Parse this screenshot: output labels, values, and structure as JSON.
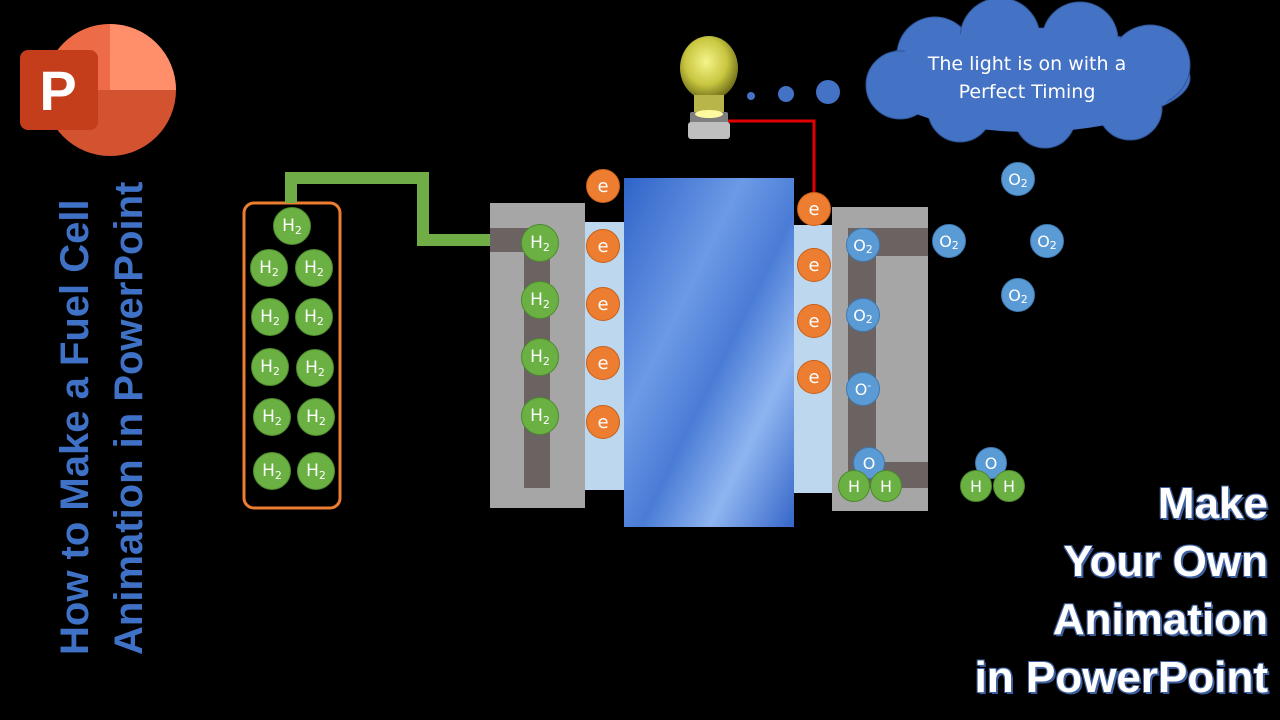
{
  "vertical_title": {
    "line1": "How to Make a Fuel Cell",
    "line2": "Animation in PowerPoint"
  },
  "caption": {
    "line1": "Make",
    "line2": "Your Own",
    "line3": "Animation",
    "line4": "in PowerPoint"
  },
  "cloud_text": "The light is on with a Perfect Timing",
  "logo_letter": "P",
  "labels": {
    "h2": "H",
    "h2_sub": "2",
    "o2": "O",
    "o2_sub": "2",
    "e": "e",
    "o_ion": "O",
    "o_ion_sup": "-",
    "o": "O",
    "h": "H"
  },
  "colors": {
    "hydrogen": "#6ab042",
    "oxygen": "#5b9bd5",
    "electron": "#ed7d31",
    "pipe": "#70ad47",
    "wire": "#e00000",
    "tank_border": "#ed7d31",
    "title": "#3f72c6",
    "cloud": "#4472c4"
  },
  "icons": [
    "powerpoint-logo-icon",
    "light-bulb-icon",
    "thought-cloud-icon"
  ]
}
